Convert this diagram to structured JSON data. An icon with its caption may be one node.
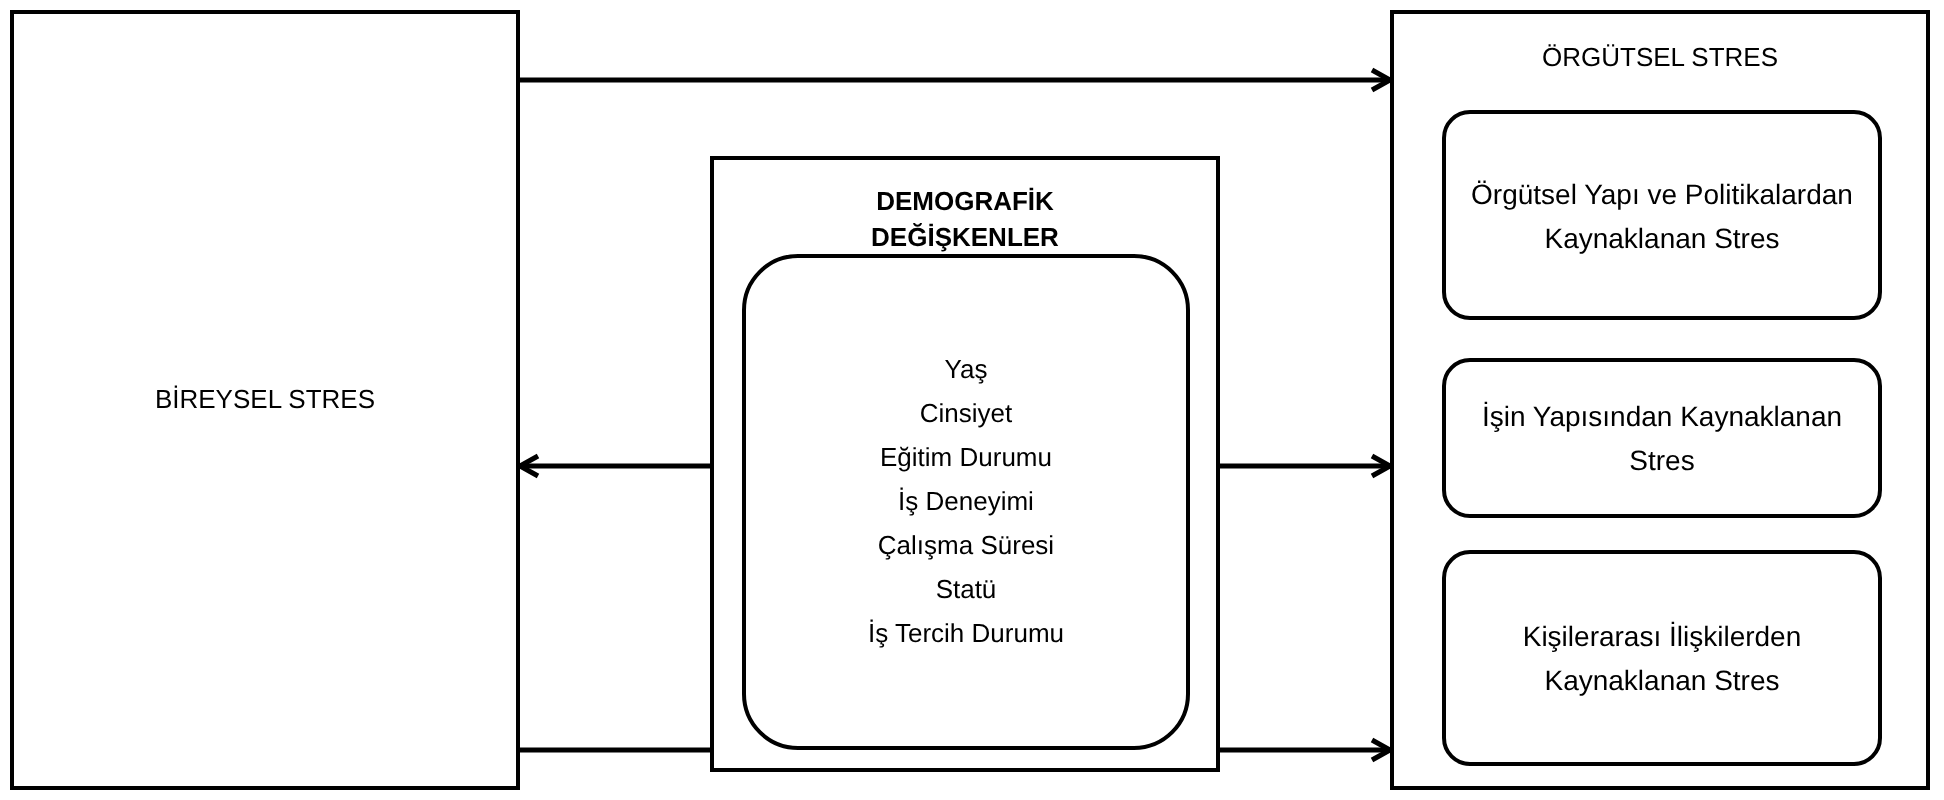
{
  "diagram": {
    "nodes": [
      {
        "text": [
          "BİREYSEL STRES"
        ]
      },
      {
        "text": [
          "DEMOGRAFİK DEĞİŞKENLER"
        ]
      },
      {
        "text": [
          "Yaş",
          "Cinsiyet",
          "Eğitim Durumu",
          "İş Deneyimi",
          "Çalışma Süresi",
          "Statü",
          "İş Tercih Durumu"
        ],
        "in": 1
      },
      {
        "text": [
          "ÖRGÜTSEL STRES"
        ]
      },
      {
        "text": [
          "Örgütsel Yapı ve Politikalardan Kaynaklanan Stres"
        ],
        "in": 3
      },
      {
        "text": [
          "İşin Yapısından Kaynaklanan Stres"
        ],
        "in": 3
      },
      {
        "text": [
          "Kişilerarası İlişkilerden Kaynaklanan Stres"
        ],
        "in": 3
      }
    ],
    "edges": [
      {
        "from": 0,
        "to": 3,
        "arrow": "to"
      },
      {
        "from": 1,
        "to": 0,
        "arrow": "to"
      },
      {
        "from": 1,
        "to": 3,
        "arrow": "to"
      },
      {
        "from": 0,
        "to": 3,
        "arrow": "to"
      }
    ]
  }
}
